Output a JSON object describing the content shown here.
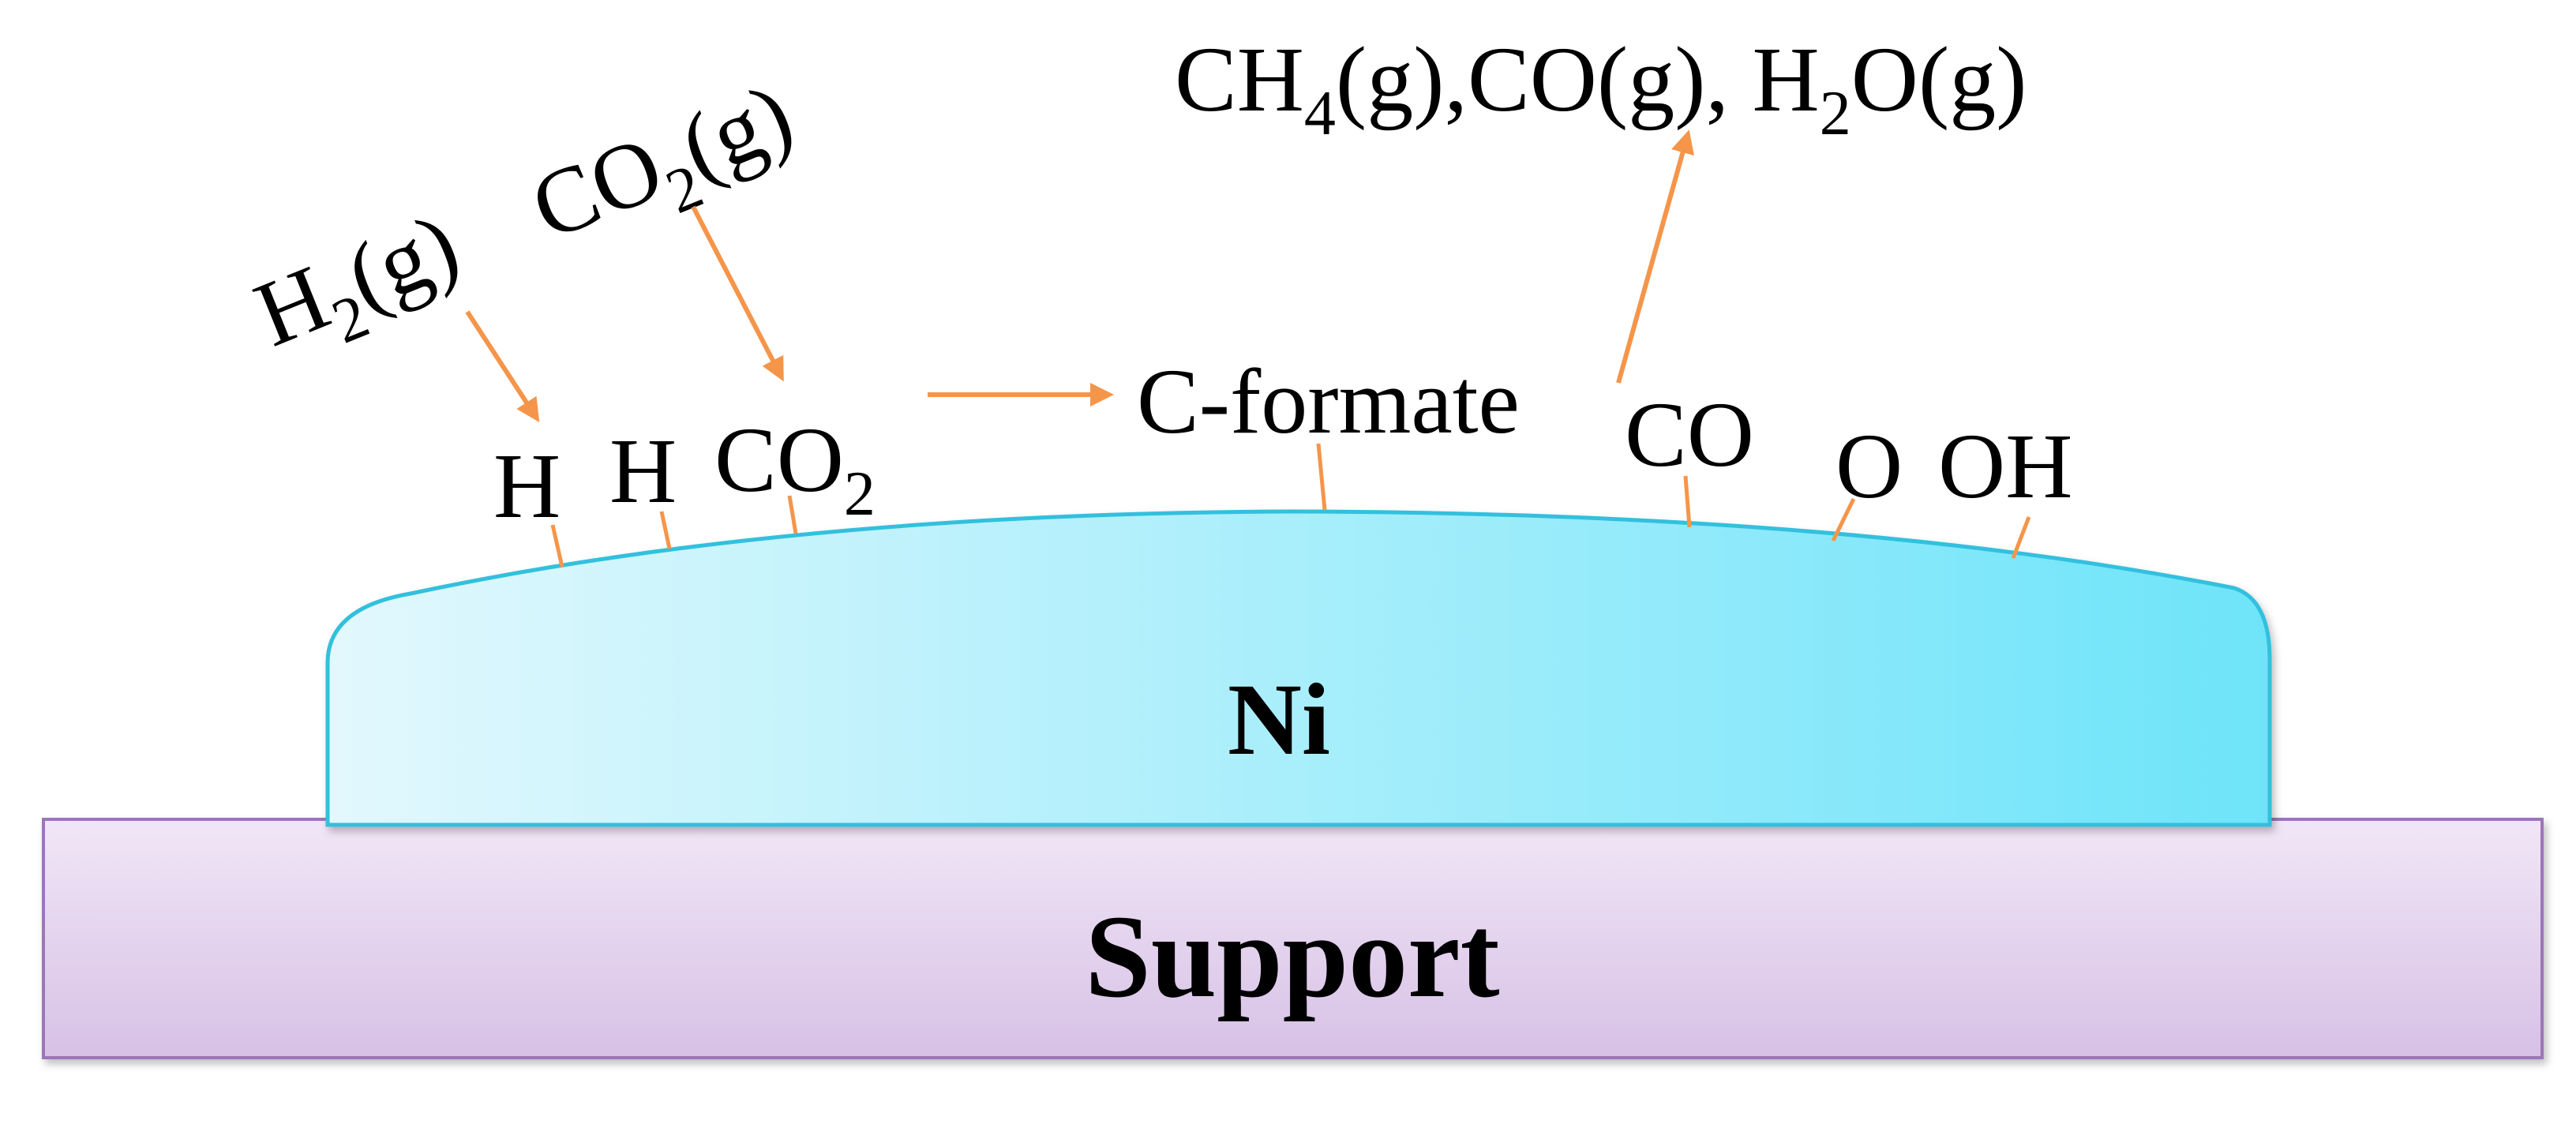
{
  "labels": {
    "support": "Support",
    "metal": "Ni",
    "intermediate": "C-formate",
    "adsorbed_h1": "H",
    "adsorbed_h2": "H",
    "adsorbed_co2": {
      "main": "CO",
      "sub": "2"
    },
    "adsorbed_co": "CO",
    "adsorbed_o": "O",
    "adsorbed_oh": "OH",
    "gas_h2": {
      "main": "H",
      "sub": "2",
      "tail": "(g)"
    },
    "gas_co2": {
      "main": "CO",
      "sub": "2",
      "tail": "(g)"
    },
    "products": {
      "p1_main": "CH",
      "p1_sub": "4",
      "p1_tail": "(g),CO(g), H",
      "p2_sub": "2",
      "p2_tail": "O(g)"
    }
  },
  "colors": {
    "arrow": "#f5954a",
    "bond": "#f5954a",
    "support_fill_top": "#f1e6f6",
    "support_fill_bottom": "#d7c1e6",
    "support_stroke": "#9c76b8",
    "ni_fill_left": "#e2f8fd",
    "ni_fill_right": "#6ee4f9",
    "ni_stroke": "#33c0dd"
  }
}
